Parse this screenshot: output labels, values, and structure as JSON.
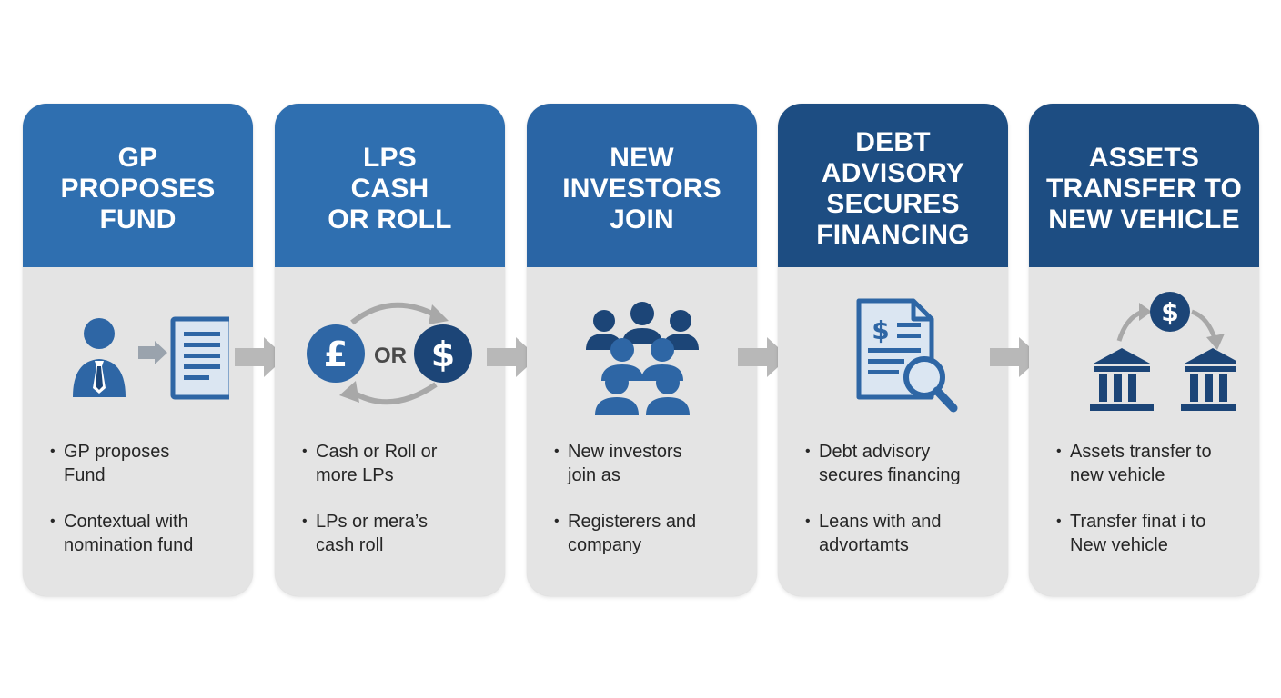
{
  "colors": {
    "header_light": "#2f6fb0",
    "header_mid": "#2a65a5",
    "header_dark": "#1d4d82",
    "icon_blue": "#2e66a5",
    "icon_navy": "#1c4577",
    "card_body": "#e4e4e4",
    "arrow_gray": "#b8b8b8",
    "text": "#262626"
  },
  "steps": [
    {
      "title_lines": [
        "GP",
        "PROPOSES",
        "FUND"
      ],
      "icon": "person-to-document-icon",
      "bullets": [
        {
          "lines": [
            "GP proposes",
            "Fund"
          ]
        },
        {
          "lines": [
            "Contextual with",
            "nomination fund"
          ]
        }
      ]
    },
    {
      "title_lines": [
        "LPS",
        "CASH",
        "OR ROLL"
      ],
      "icon": "pound-or-dollar-exchange-icon",
      "icon_text": {
        "pound": "£",
        "or": "OR",
        "dollar": "$"
      },
      "bullets": [
        {
          "lines": [
            "Cash or Roll or",
            "more LPs"
          ]
        },
        {
          "lines": [
            "LPs or mera’s",
            "cash roll"
          ]
        }
      ]
    },
    {
      "title_lines": [
        "NEW",
        "INVESTORS",
        "JOIN"
      ],
      "icon": "group-of-people-icon",
      "bullets": [
        {
          "lines": [
            "New investors",
            "join as"
          ]
        },
        {
          "lines": [
            "Registerers and",
            "company"
          ]
        }
      ]
    },
    {
      "title_lines": [
        "DEBT",
        "ADVISORY",
        "SECURES",
        "FINANCING"
      ],
      "icon": "document-magnifier-icon",
      "icon_text": {
        "dollar": "$"
      },
      "bullets": [
        {
          "lines": [
            "Debt advisory",
            "secures financing"
          ]
        },
        {
          "lines": [
            "Leans with and",
            "advortamts"
          ]
        }
      ]
    },
    {
      "title_lines": [
        "ASSETS",
        "TRANSFER TO",
        "NEW VEHICLE"
      ],
      "icon": "bank-transfer-icon",
      "icon_text": {
        "dollar": "$"
      },
      "bullets": [
        {
          "lines": [
            "Assets transfer to",
            "new vehicle"
          ]
        },
        {
          "lines": [
            "Transfer finat i to",
            "New vehicle"
          ]
        }
      ]
    }
  ]
}
